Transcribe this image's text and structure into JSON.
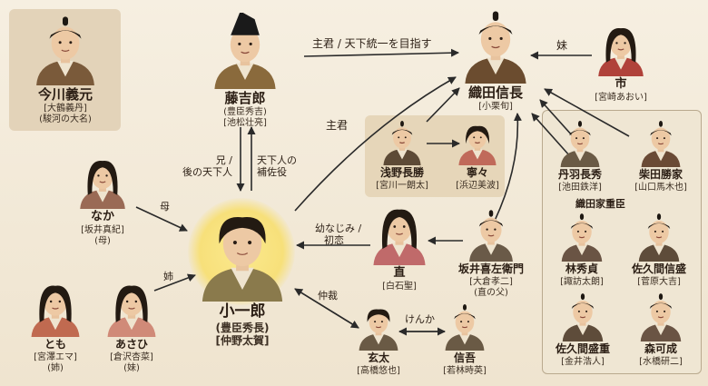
{
  "colors": {
    "background": "#f3eadb",
    "panel_brown": "#e2d2b8",
    "panel_beige": "#eadcc2",
    "highlight": "#f6e27a",
    "ink": "#2b1e14",
    "arrow": "#2a2a2a"
  },
  "people": {
    "imagawa": {
      "name": "今川義元",
      "lines": [
        "[大鶴義丹]",
        "(駿河の大名)"
      ]
    },
    "tokichiro": {
      "name": "藤吉郎",
      "lines": [
        "(豊臣秀吉)",
        "[池松壮亮]"
      ]
    },
    "nobunaga": {
      "name": "織田信長",
      "lines": [
        "[小栗旬]"
      ]
    },
    "ichi": {
      "name": "市",
      "lines": [
        "[宮崎あおい]"
      ]
    },
    "asano": {
      "name": "浅野長勝",
      "lines": [
        "[宮川一朗太]"
      ]
    },
    "nene": {
      "name": "寧々",
      "lines": [
        "[浜辺美波]"
      ]
    },
    "niwa": {
      "name": "丹羽長秀",
      "lines": [
        "[池田鉄洋]"
      ]
    },
    "shibata": {
      "name": "柴田勝家",
      "lines": [
        "[山口馬木也]"
      ]
    },
    "naka": {
      "name": "なか",
      "lines": [
        "[坂井真紀]",
        "(母)"
      ]
    },
    "koichiro": {
      "name": "小一郎",
      "lines": [
        "(豊臣秀長)",
        "[仲野太賀]"
      ]
    },
    "nao": {
      "name": "直",
      "lines": [
        "[白石聖]"
      ]
    },
    "sakai": {
      "name": "坂井喜左衛門",
      "lines": [
        "[大倉孝二]",
        "(直の父)"
      ]
    },
    "hayashi": {
      "name": "林秀貞",
      "lines": [
        "[諏訪太朗]"
      ]
    },
    "sakuma_nobumori": {
      "name": "佐久間信盛",
      "lines": [
        "[菅原大吉]"
      ]
    },
    "tomo": {
      "name": "とも",
      "lines": [
        "[宮澤エマ]",
        "(姉)"
      ]
    },
    "asahi": {
      "name": "あさひ",
      "lines": [
        "[倉沢杏菜]",
        "(妹)"
      ]
    },
    "genta": {
      "name": "玄太",
      "lines": [
        "[高橋悠也]"
      ]
    },
    "shingo": {
      "name": "信吾",
      "lines": [
        "[若林時英]"
      ]
    },
    "sakuma_morishige": {
      "name": "佐久間盛重",
      "lines": [
        "[金井浩人]"
      ]
    },
    "mori": {
      "name": "森可成",
      "lines": [
        "[水橋研二]"
      ]
    }
  },
  "labels": {
    "lord_to_unify": "主君 / 天下統一を目指す",
    "lord": "主君",
    "sister": "妹",
    "older_brother_line1": "兄 /",
    "older_brother_line2": "後の天下人",
    "aide_line1": "天下人の",
    "aide_line2": "補佐役",
    "mother": "母",
    "older_sister": "姉",
    "childhood_friend_line1": "幼なじみ /",
    "childhood_friend_line2": "初恋",
    "mediator": "仲裁",
    "quarrel": "けんか",
    "oda_retainers": "織田家重臣"
  }
}
